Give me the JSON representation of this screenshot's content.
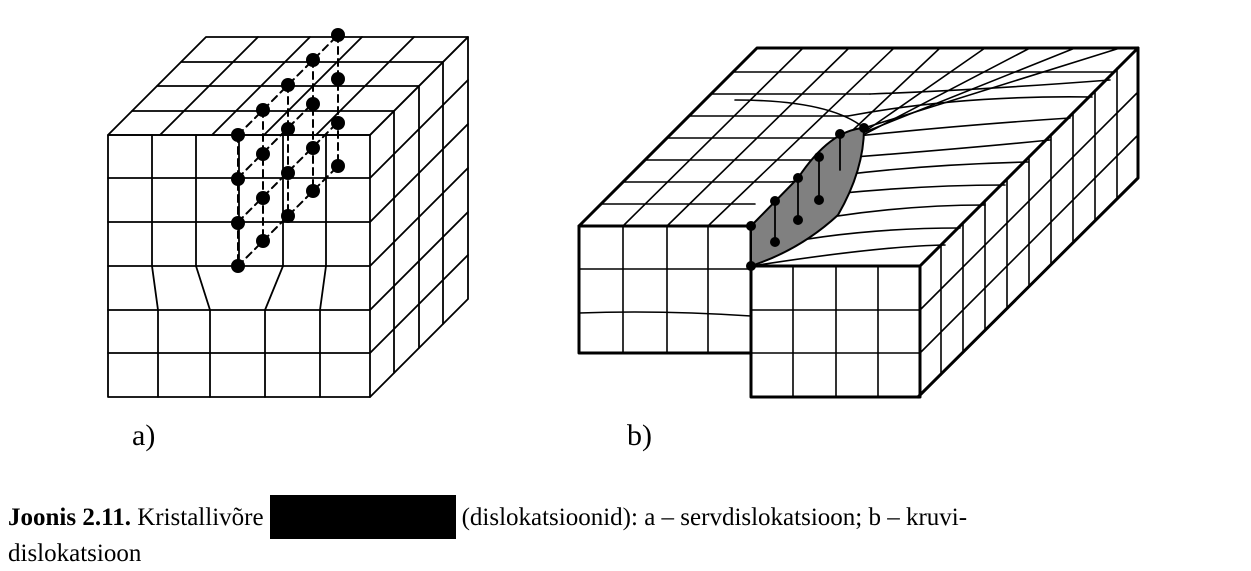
{
  "labels": {
    "a": "a)",
    "b": "b)"
  },
  "caption": {
    "figure_number": "Joonis 2.11.",
    "text_before": "Kristallivõre",
    "text_after": "(dislokatsioonid): a – servdislokatsioon; b – kruvi-",
    "text_line2": "dislokatsioon"
  },
  "colors": {
    "ink": "#000000",
    "shade": "#808080"
  }
}
